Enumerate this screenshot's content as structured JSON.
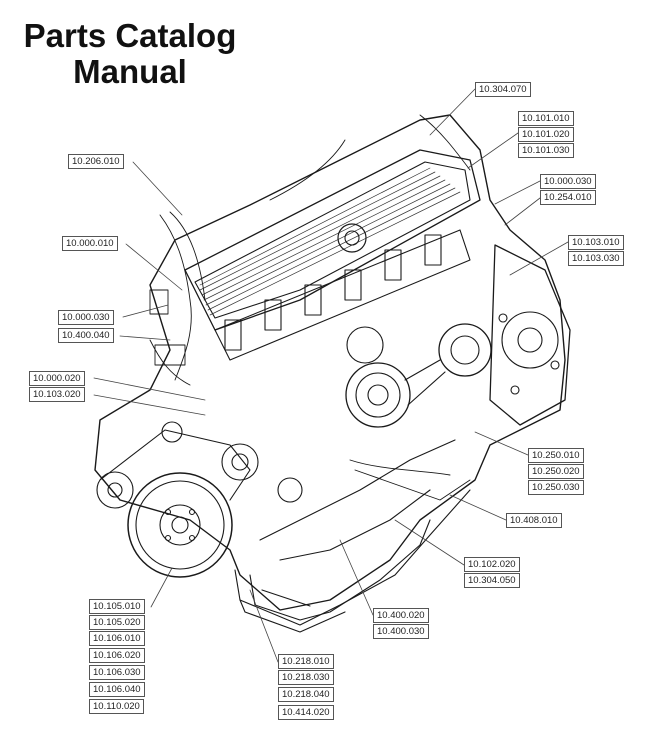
{
  "title": {
    "line1": "Parts Catalog",
    "line2": "Manual"
  },
  "callouts": {
    "c01": "10.304.070",
    "c02": "10.101.010",
    "c03": "10.101.020",
    "c04": "10.101.030",
    "c05": "10.206.010",
    "c06": "10.000.030",
    "c07": "10.254.010",
    "c08": "10.000.010",
    "c09": "10.103.010",
    "c10": "10.103.030",
    "c11": "10.000.030",
    "c12": "10.400.040",
    "c13": "10.000.020",
    "c14": "10.103.020",
    "c15": "10.250.010",
    "c16": "10.250.020",
    "c17": "10.250.030",
    "c18": "10.408.010",
    "c19": "10.102.020",
    "c20": "10.304.050",
    "c21": "10.400.020",
    "c22": "10.400.030",
    "c23": "10.105.010",
    "c24": "10.105.020",
    "c25": "10.106.010",
    "c26": "10.106.020",
    "c27": "10.106.030",
    "c28": "10.106.040",
    "c29": "10.110.020",
    "c30": "10.218.010",
    "c31": "10.218.030",
    "c32": "10.218.040",
    "c33": "10.414.020"
  }
}
